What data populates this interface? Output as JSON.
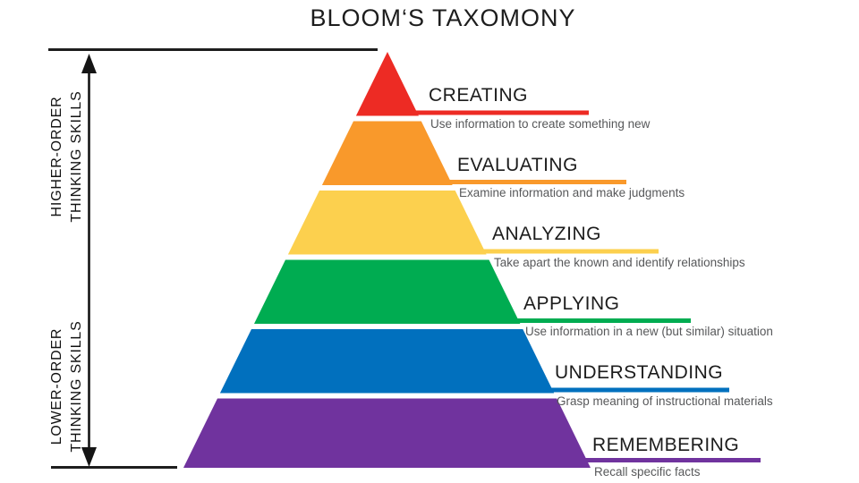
{
  "title": "BLOOM‘S TAXOMONY",
  "axis": {
    "higher": {
      "line1": "HIGHER-ORDER",
      "line2": "THINKING SKILLS"
    },
    "lower": {
      "line1": "LOWER-ORDER",
      "line2": "THINKING SKILLS"
    }
  },
  "levels": [
    {
      "name": "CREATING",
      "description": "Use information to create something new",
      "color": "#ED2B24"
    },
    {
      "name": "EVALUATING",
      "description": "Examine information and make judgments",
      "color": "#F9992B"
    },
    {
      "name": "ANALYZING",
      "description": "Take apart the known and identify relationships",
      "color": "#FCD04E"
    },
    {
      "name": "APPLYING",
      "description": "Use information in a new (but similar) situation",
      "color": "#00AC51"
    },
    {
      "name": "UNDERSTANDING",
      "description": "Grasp meaning of instructional materials",
      "color": "#0170BE"
    },
    {
      "name": "REMEMBERING",
      "description": "Recall specific facts",
      "color": "#70339E"
    }
  ]
}
